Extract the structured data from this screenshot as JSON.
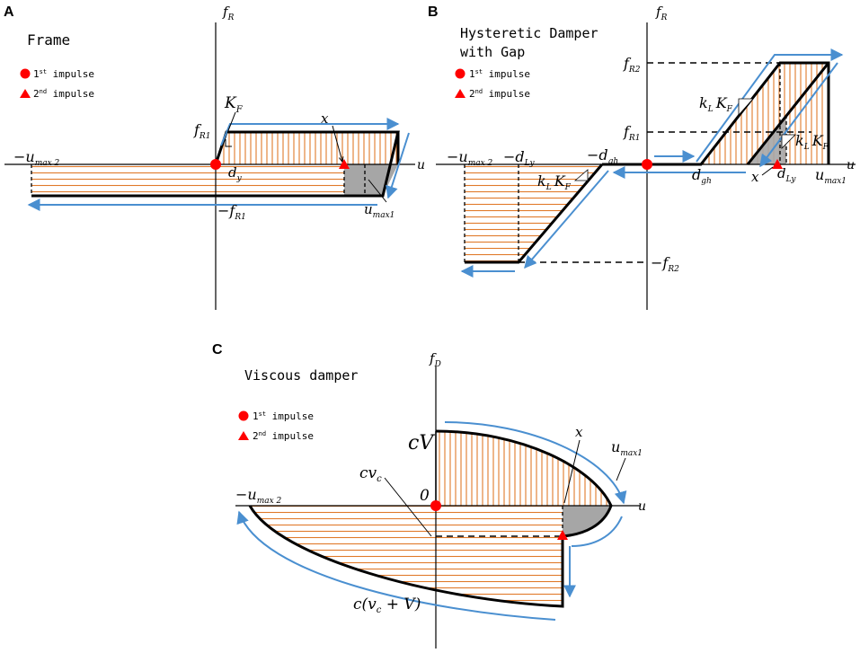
{
  "panels": {
    "A": {
      "label": "A",
      "title": "Frame",
      "legend": {
        "first": "1st impulse",
        "second": "2nd impulse",
        "sup1": "st",
        "sup2": "nd",
        "num1": "1",
        "num2": "2",
        "word": " impulse"
      },
      "labels": {
        "fr": "f",
        "fr_sub": "R",
        "u": "u",
        "kf": "K",
        "kf_sub": "F",
        "fr1": "f",
        "fr1_sub": "R1",
        "neg_fr1": "−f",
        "neg_fr1_sub": "R1",
        "dy": "d",
        "dy_sub": "y",
        "x": "x",
        "umax2": "−u",
        "umax2_sub": "max 2",
        "umax1": "u",
        "umax1_sub": "max1"
      }
    },
    "B": {
      "label": "B",
      "title_line1": "Hysteretic Damper",
      "title_line2": "with Gap",
      "legend": {
        "sup1": "st",
        "sup2": "nd",
        "num1": "1",
        "num2": "2",
        "word": " impulse"
      },
      "labels": {
        "fr": "f",
        "fr_sub": "R",
        "u": "u",
        "fr2": "f",
        "fr2_sub": "R2",
        "fr1": "f",
        "fr1_sub": "R1",
        "neg_fr2": "−f",
        "neg_fr2_sub": "R2",
        "umax2": "−u",
        "umax2_sub": "max 2",
        "neg_dly": "−d",
        "neg_dly_sub": "Ly",
        "neg_dgh": "−d",
        "neg_dgh_sub": "gh",
        "dgh": "d",
        "dgh_sub": "gh",
        "x": "x",
        "dly": "d",
        "dly_sub": "Ly",
        "umax1": "u",
        "umax1_sub": "max1",
        "klkf_k": "k",
        "klkf_l": "L",
        "klkf_K": "K",
        "klkf_F": "F"
      }
    },
    "C": {
      "label": "C",
      "title": "Viscous damper",
      "legend": {
        "sup1": "st",
        "sup2": "nd",
        "num1": "1",
        "num2": "2",
        "word": " impulse"
      },
      "labels": {
        "fd": "f",
        "fd_sub": "D",
        "u": "u",
        "cV": "cV",
        "x": "x",
        "umax1": "u",
        "umax1_sub": "max1",
        "cvc": "cv",
        "cvc_sub": "c",
        "zero": "0",
        "umax2": "−u",
        "umax2_sub": "max 2",
        "cvcV_pre": "c(v",
        "cvcV_sub": "c",
        "cvcV_post": " + V)"
      }
    }
  },
  "colors": {
    "hatch": "#e07a2a",
    "path": "#4a8fd0",
    "marker": "#ff0000",
    "gray": "#a6a6a6",
    "outline": "#000000"
  }
}
